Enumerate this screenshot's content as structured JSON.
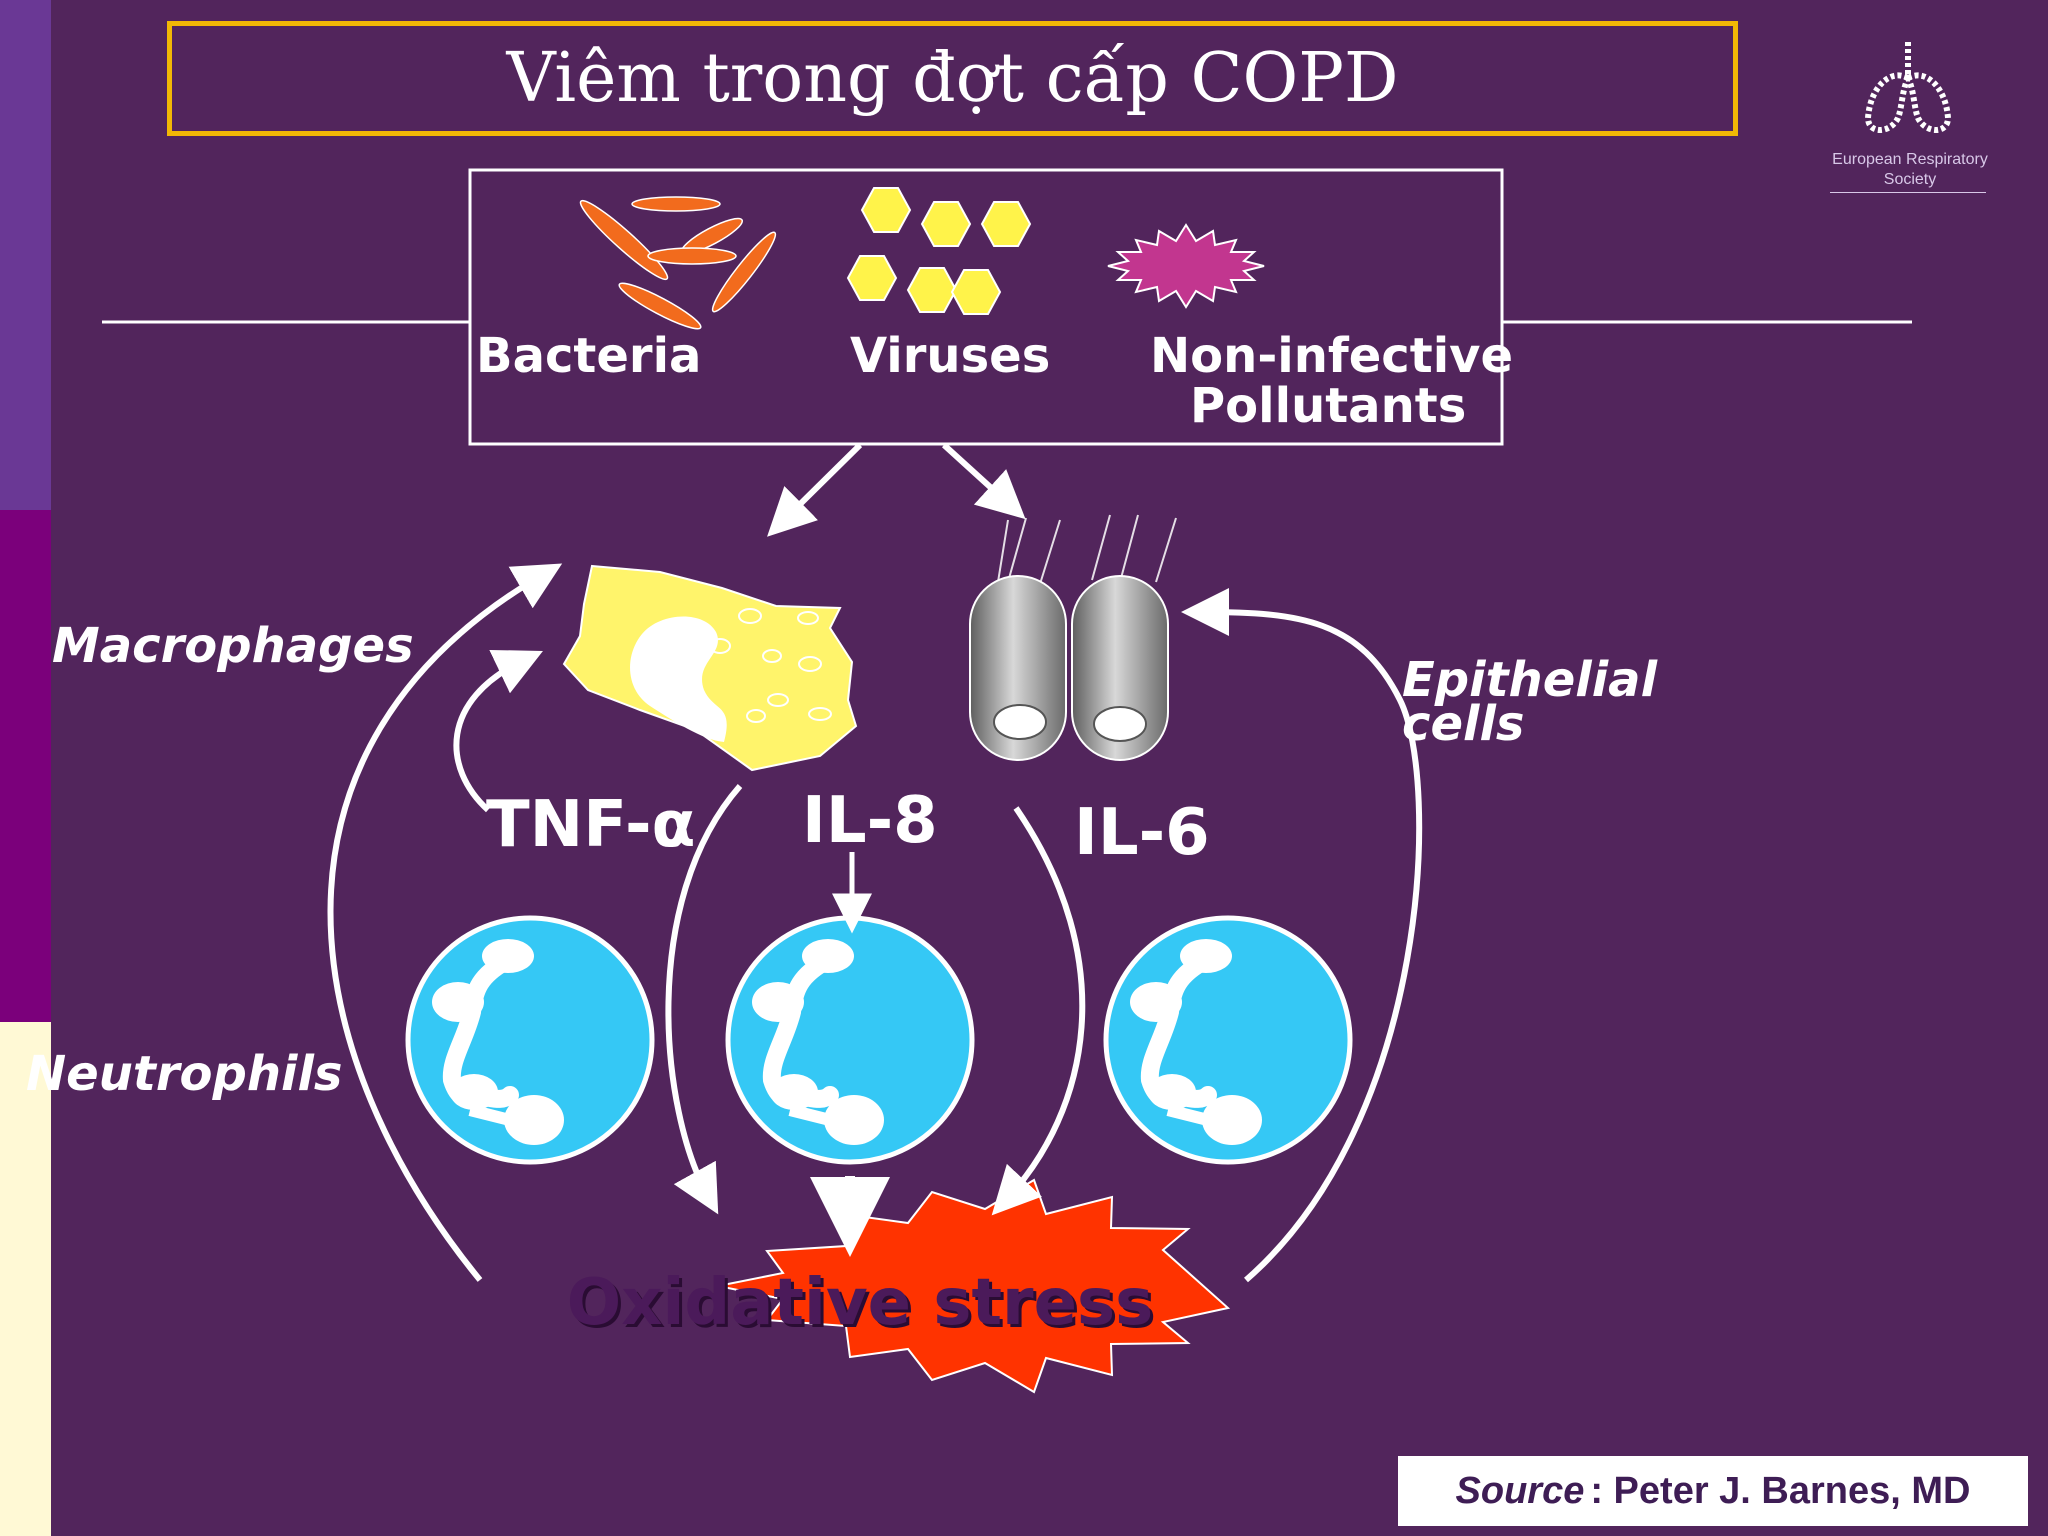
{
  "title": "Viêm trong đợt cấp COPD",
  "logo": {
    "line1": "European Respiratory",
    "line2": "Society"
  },
  "agents": {
    "bacteria": "Bacteria",
    "viruses": "Viruses",
    "pollutants_line1": "Non-infective",
    "pollutants_line2": "Pollutants"
  },
  "cells": {
    "macrophages": "Macrophages",
    "epithelial_line1": "Epithelial",
    "epithelial_line2": "cells",
    "neutrophils": "Neutrophils"
  },
  "cytokines": {
    "tnf": "TNF-α",
    "il8": "IL-8",
    "il6": "IL-6"
  },
  "outcome": "Oxidative stress",
  "source": {
    "key": "Source",
    "value": ":  Peter J. Barnes, MD"
  },
  "colors": {
    "background": "#52255c",
    "title_border": "#f2b705",
    "bacteria": "#f26b1d",
    "viruses": "#fff34a",
    "pollutant": "#c2368f",
    "macrophage": "#fff46b",
    "neutrophil": "#35c8f5",
    "oxidative_burst": "#ff3300",
    "side_bar_top": "#6a3895",
    "side_bar_mid": "#7b007b",
    "side_bar_bottom": "#fff9d5"
  }
}
